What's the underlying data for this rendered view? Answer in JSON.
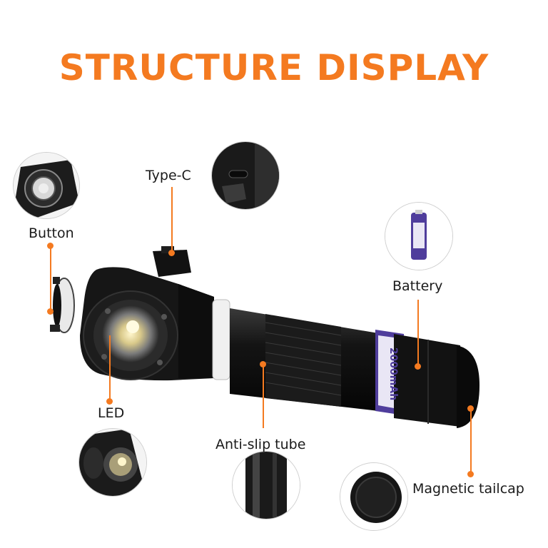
{
  "title": "STRUCTURE DISPLAY",
  "labels": {
    "button": "Button",
    "typec": "Type-C",
    "battery": "Battery",
    "led": "LED",
    "antislip": "Anti-slip tube",
    "tailcap": "Magnetic tailcap"
  },
  "battery_text": "2000mAh",
  "colors": {
    "accent": "#f47a20",
    "body": "#161616",
    "battery_band": "#4f3d9c"
  }
}
